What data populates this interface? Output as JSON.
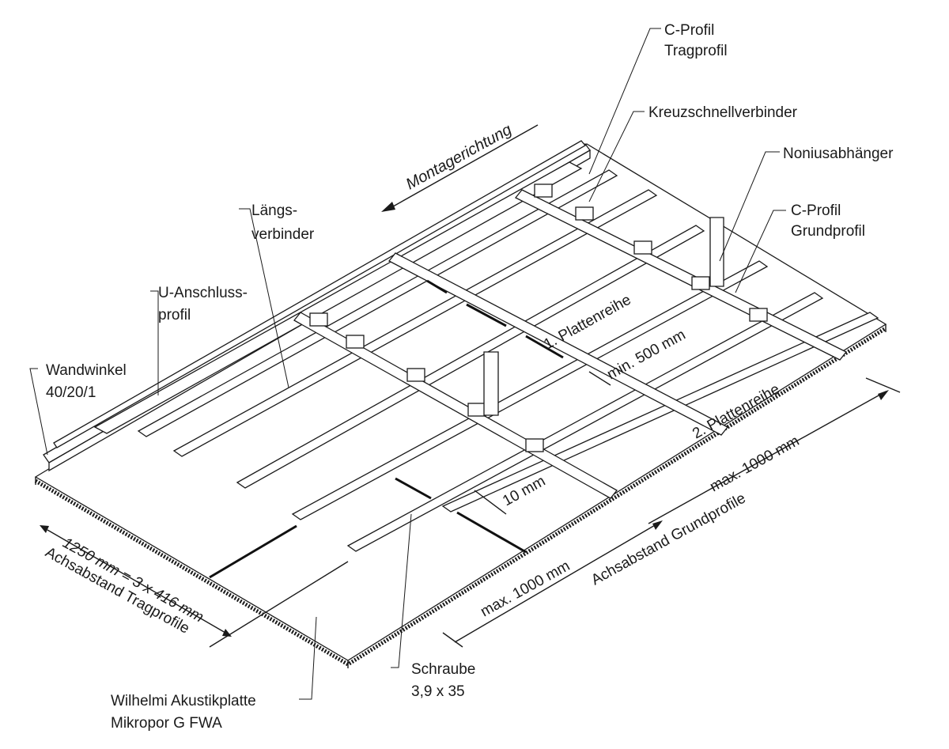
{
  "labels": {
    "c_profil_trag": [
      "C-Profil",
      "Tragprofil"
    ],
    "kreuzschnellverbinder": "Kreuzschnellverbinder",
    "noniusabhaenger": "Noniusabhänger",
    "c_profil_grund": [
      "C-Profil",
      "Grundprofil"
    ],
    "laengsverbinder": [
      "Längs-",
      "verbinder"
    ],
    "u_anschluss": [
      "U-Anschluss-",
      "profil"
    ],
    "wandwinkel": [
      "Wandwinkel",
      "40/20/1"
    ],
    "montagerichtung": "Montagerichtung",
    "plattenreihe_1": "1. Plattenreihe",
    "plattenreihe_2": "2. Plattenreihe",
    "min_500": "min. 500 mm",
    "ten_mm": "10 mm",
    "max_1000_a": "max. 1000 mm",
    "max_1000_b": "max. 1000 mm",
    "achsabstand_grund": "Achsabstand Grundprofile",
    "dim_1250": "1250 mm = 3 x 416 mm",
    "achsabstand_trag": "Achsabstand Tragprofile",
    "schraube": [
      "Schraube",
      "3,9 x 35"
    ],
    "akustikplatte": [
      "Wilhelmi Akustikplatte",
      "Mikropor G FWA"
    ]
  }
}
